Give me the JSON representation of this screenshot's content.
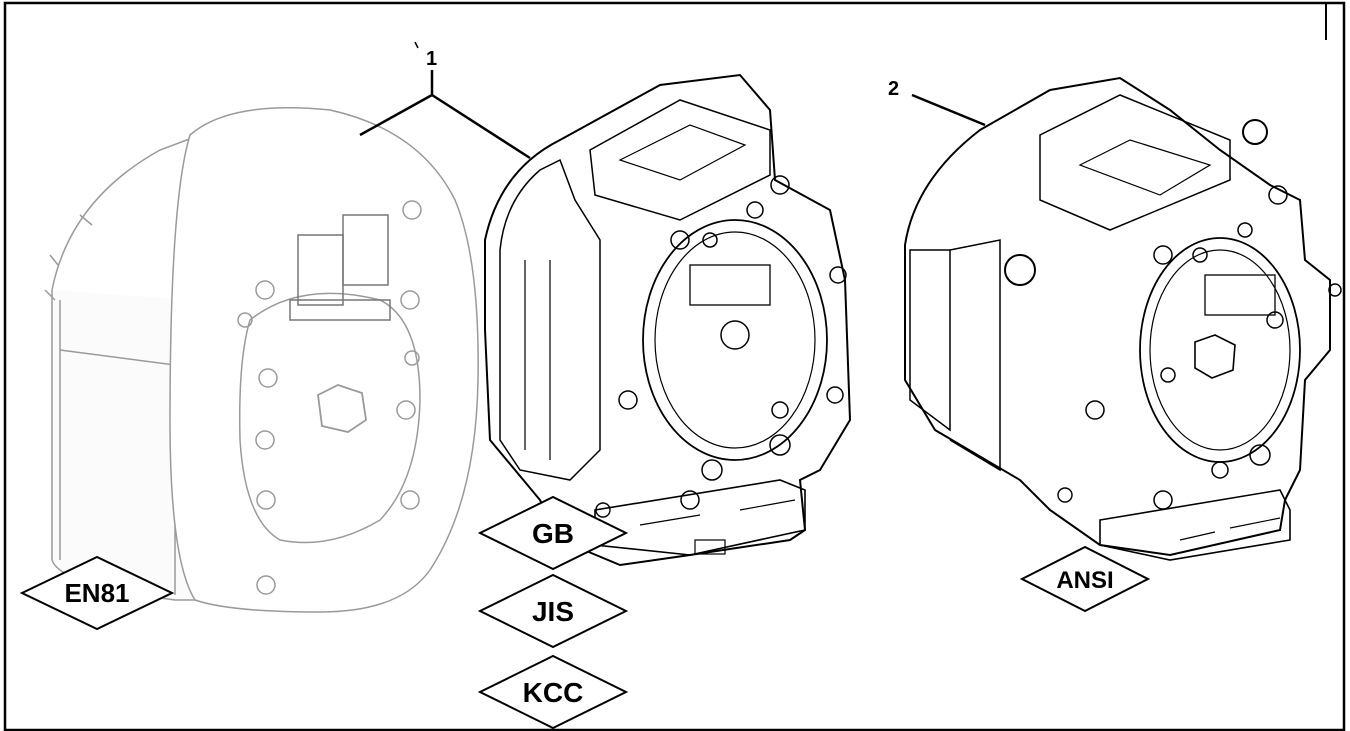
{
  "callouts": {
    "item_1": "1",
    "item_2": "2"
  },
  "standards": {
    "en81": "EN81",
    "gb": "GB",
    "jis": "JIS",
    "kcc": "KCC",
    "ansi": "ANSI"
  }
}
